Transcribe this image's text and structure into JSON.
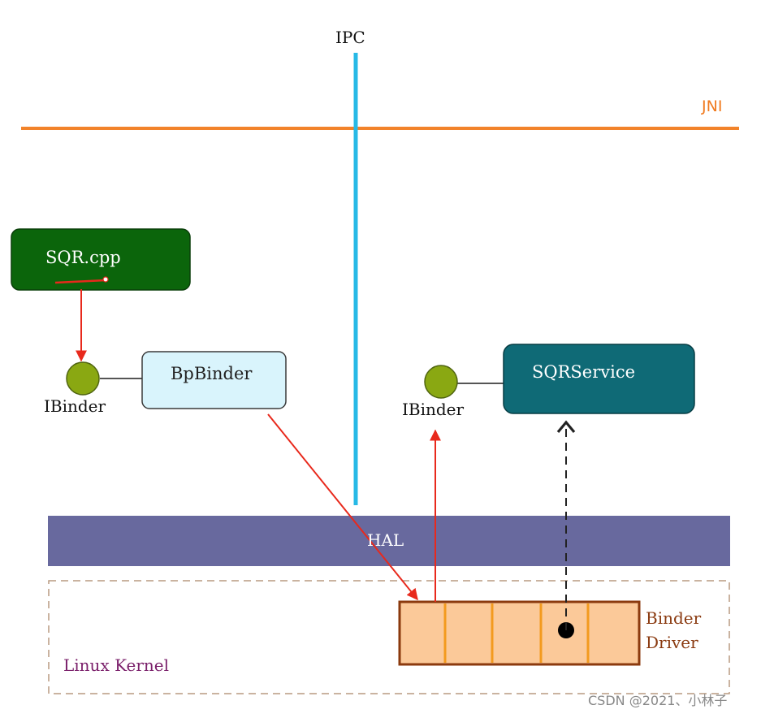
{
  "diagram": {
    "ipc_label": "IPC",
    "jni_label": "JNI",
    "client_box_label": "SQR.cpp",
    "proxy_box_label": "BpBinder",
    "service_box_label": "SQRService",
    "client_interface_label": "IBinder",
    "service_interface_label": "IBinder",
    "hal_label": "HAL",
    "kernel_label": "Linux Kernel",
    "driver_label_line1": "Binder",
    "driver_label_line2": "Driver"
  },
  "watermark": "CSDN @2021、小林子",
  "colors": {
    "ipc_line": "#27b9e6",
    "jni_line": "#f2832a",
    "client_box": "#0b650b",
    "proxy_box": "#d9f4fc",
    "service_box": "#0f6a76",
    "interface_circle": "#8aa812",
    "hal_bar": "#68699e",
    "kernel_border": "#b89a80",
    "driver_fill": "#fbc999",
    "driver_border": "#8b3a0e",
    "driver_dividers": "#f39a1e",
    "call_arrow": "#e8291c",
    "service_arrow": "#222222"
  }
}
